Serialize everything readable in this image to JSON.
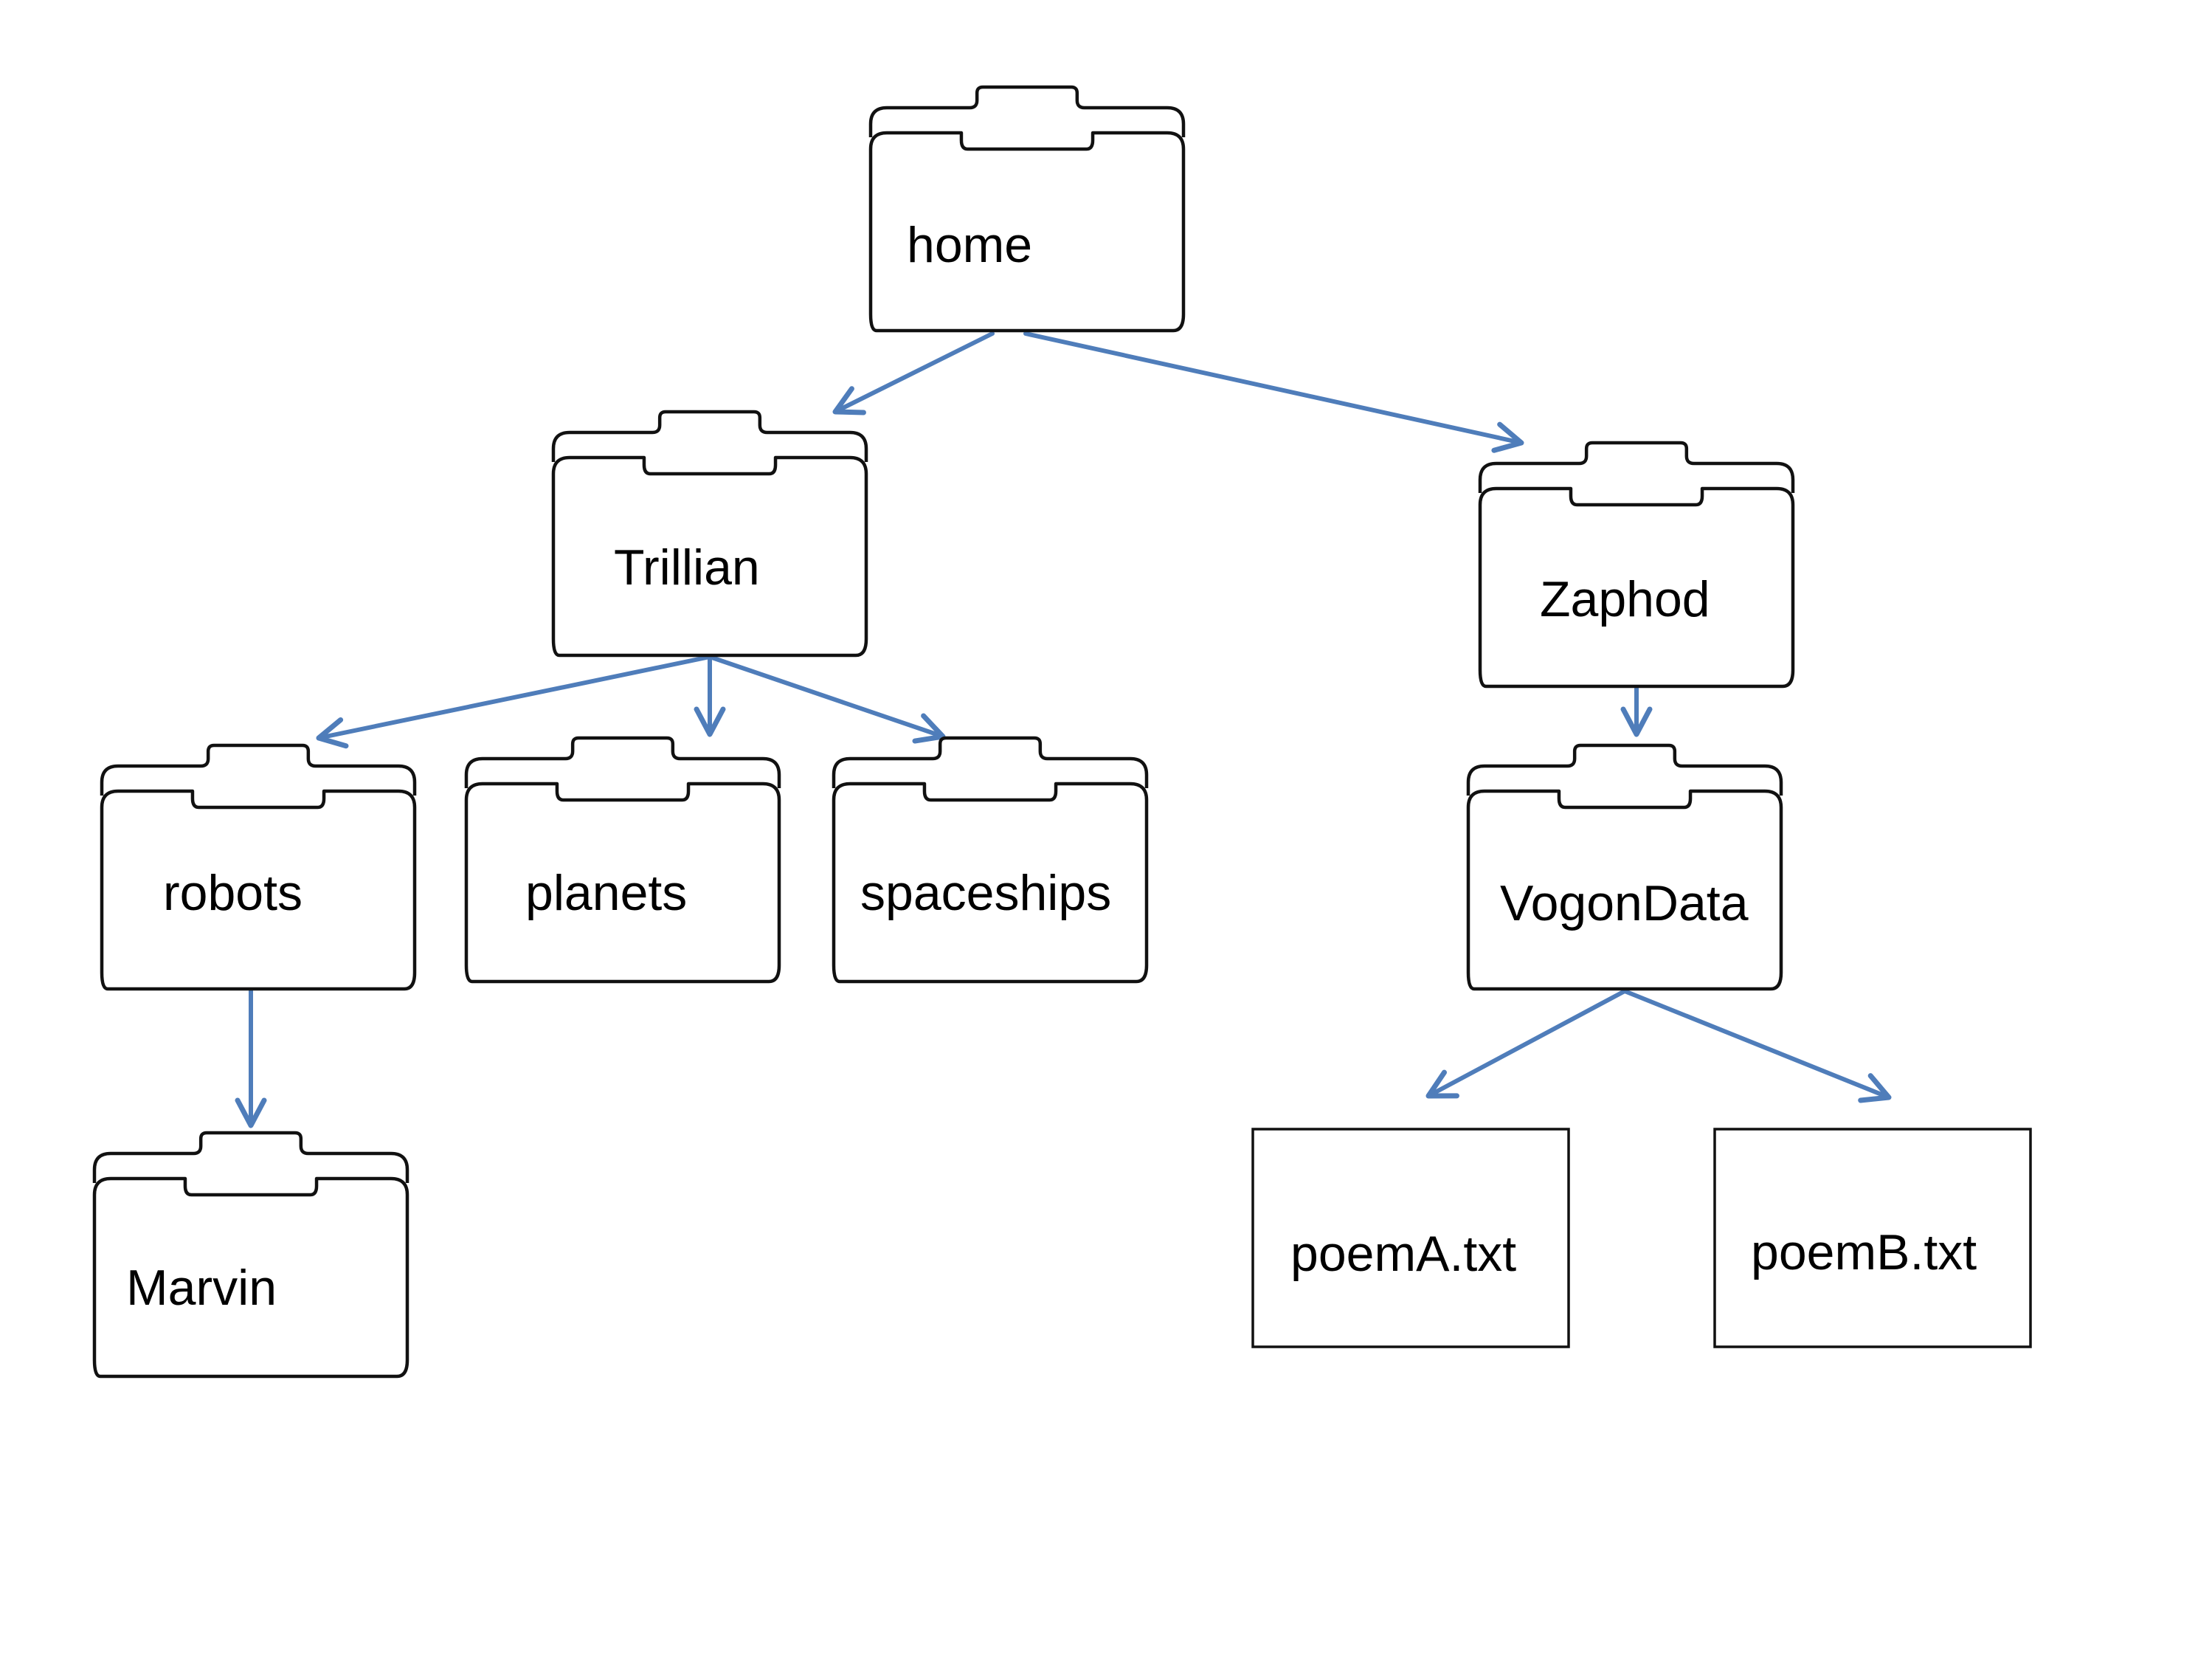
{
  "diagram": {
    "edge_color": "#4F7DBA",
    "stroke_color": "#111111",
    "nodes": [
      {
        "id": "home",
        "label": "home",
        "kind": "folder",
        "icon": "folder-icon"
      },
      {
        "id": "trillian",
        "label": "Trillian",
        "kind": "folder",
        "icon": "folder-icon"
      },
      {
        "id": "zaphod",
        "label": "Zaphod",
        "kind": "folder",
        "icon": "folder-icon"
      },
      {
        "id": "robots",
        "label": "robots",
        "kind": "folder",
        "icon": "folder-icon"
      },
      {
        "id": "planets",
        "label": "planets",
        "kind": "folder",
        "icon": "folder-icon"
      },
      {
        "id": "spaceships",
        "label": "spaceships",
        "kind": "folder",
        "icon": "folder-icon"
      },
      {
        "id": "marvin",
        "label": "Marvin",
        "kind": "folder",
        "icon": "folder-icon"
      },
      {
        "id": "vogondata",
        "label": "VogonData",
        "kind": "folder",
        "icon": "folder-icon"
      },
      {
        "id": "poema",
        "label": "poemA.txt",
        "kind": "file",
        "icon": "file-icon"
      },
      {
        "id": "poemb",
        "label": "poemB.txt",
        "kind": "file",
        "icon": "file-icon"
      }
    ],
    "edges": [
      {
        "from": "home",
        "to": "trillian"
      },
      {
        "from": "home",
        "to": "zaphod"
      },
      {
        "from": "trillian",
        "to": "robots"
      },
      {
        "from": "trillian",
        "to": "planets"
      },
      {
        "from": "trillian",
        "to": "spaceships"
      },
      {
        "from": "robots",
        "to": "marvin"
      },
      {
        "from": "zaphod",
        "to": "vogondata"
      },
      {
        "from": "vogondata",
        "to": "poema"
      },
      {
        "from": "vogondata",
        "to": "poemb"
      }
    ]
  }
}
